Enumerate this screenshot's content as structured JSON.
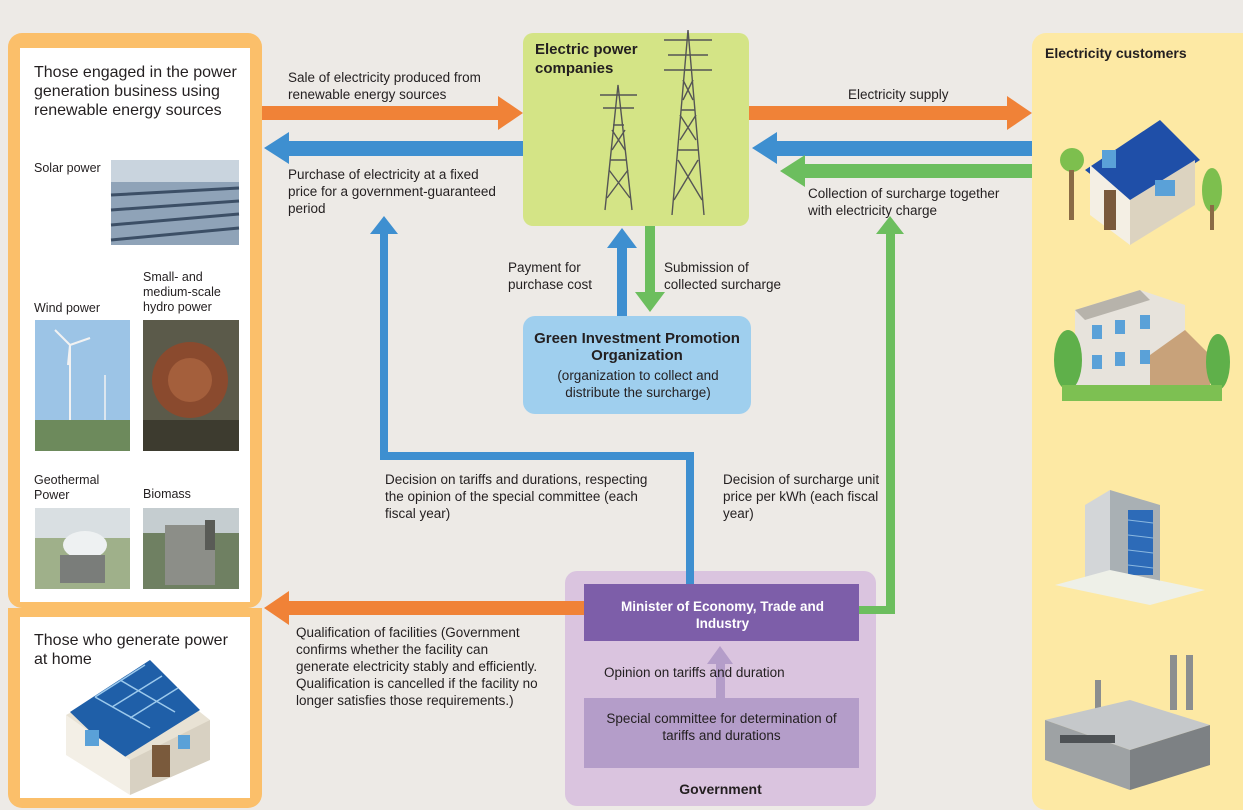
{
  "left": {
    "producers_title": "Those engaged in the power generation business using renewable energy sources",
    "solar": "Solar power",
    "wind": "Wind power",
    "hydro": "Small- and medium-scale hydro power",
    "geothermal": "Geothermal Power",
    "biomass": "Biomass",
    "home_title": "Those who generate power at home"
  },
  "power_companies": "Electric power companies",
  "customers": "Electricity customers",
  "gipo": {
    "name": "Green Investment Promotion Organization",
    "desc": "(organization to collect and distribute the surcharge)"
  },
  "government": {
    "label": "Government",
    "meti": "Minister of Economy, Trade and Industry",
    "committee": "Special committee for determination of tariffs and durations",
    "opinion": "Opinion on tariffs and duration"
  },
  "flows": {
    "sale": "Sale of electricity produced from renewable energy sources",
    "purchase": "Purchase of electricity at a fixed price for a government-guaranteed period",
    "supply": "Electricity supply",
    "collection": "Collection of surcharge together with electricity charge",
    "payment": "Payment for purchase cost",
    "submission": "Submission of collected surcharge",
    "tariff_decision": "Decision on tariffs and durations, respecting the opinion of the special committee (each fiscal year)",
    "surcharge_decision": "Decision of surcharge unit price per kWh (each fiscal year)",
    "qualification": "Qualification of facilities (Government confirms whether the facility can generate electricity stably and efficiently. Qualification is cancelled if the facility no longer satisfies those requirements.)"
  },
  "colors": {
    "orange": "#f08237",
    "blue": "#3e8fd0",
    "green": "#6cbe5e",
    "panel_orange": "#fbbf6a",
    "panel_yellow": "#fde9a4",
    "power_green": "#d4e486",
    "gipo_blue": "#9fcfee",
    "gov_purple": "#dac4df",
    "meti_purple": "#7d5ea9",
    "committee_purple": "#b49dc9"
  }
}
